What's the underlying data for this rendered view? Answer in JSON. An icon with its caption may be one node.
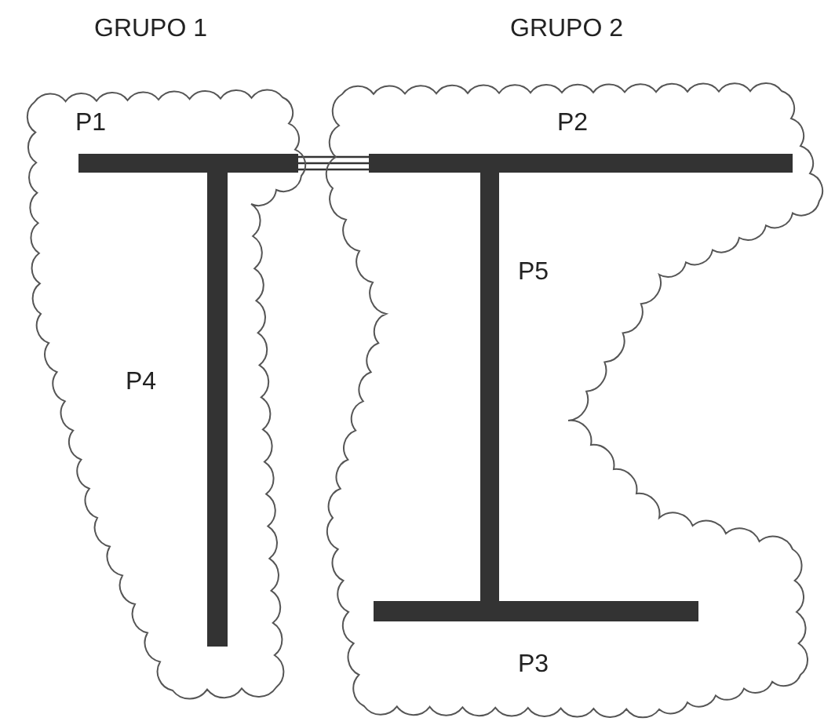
{
  "diagram": {
    "nodes": [
      {
        "text": [
          "GRUPO 1"
        ]
      },
      {
        "text": [
          "P1"
        ],
        "in": 0
      },
      {
        "text": [
          "P4"
        ],
        "in": 0
      },
      {
        "text": [
          "GRUPO 2"
        ]
      },
      {
        "text": [
          "P2"
        ],
        "in": 3
      },
      {
        "text": [
          "P5"
        ],
        "in": 3
      },
      {
        "text": [
          "P3"
        ],
        "in": 3
      }
    ],
    "edges": [
      {
        "from": 1,
        "to": 4,
        "arrow": "none"
      }
    ]
  }
}
